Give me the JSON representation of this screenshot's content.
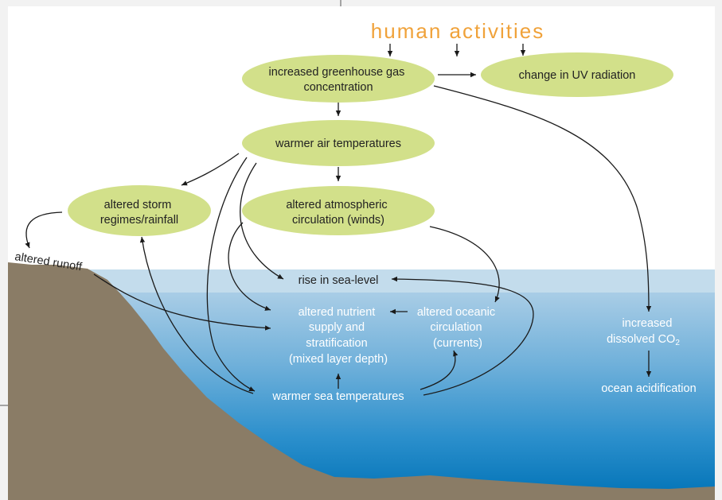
{
  "title": "human activities",
  "nodes": {
    "greenhouse": [
      "increased greenhouse gas",
      "concentration"
    ],
    "uv": "change in UV radiation",
    "air_temp": "warmer air temperatures",
    "storm": [
      "altered storm",
      "regimes/rainfall"
    ],
    "atmospheric": [
      "altered atmospheric",
      "circulation (winds)"
    ],
    "runoff": "altered runoff",
    "sea_level": "rise in sea-level",
    "nutrient": [
      "altered nutrient",
      "supply and",
      "stratification",
      "(mixed layer depth)"
    ],
    "oceanic": [
      "altered oceanic",
      "circulation",
      "(currents)"
    ],
    "sea_temp": "warmer sea temperatures",
    "co2": [
      "increased",
      "dissolved CO",
      "2"
    ],
    "acidification": "ocean acidification"
  },
  "colors": {
    "bubble": "#d2e08a",
    "title": "#f0a23a",
    "land": "#8a7c66",
    "sea_surface": "#c3dcec",
    "sea_deep": "#0075b8"
  }
}
